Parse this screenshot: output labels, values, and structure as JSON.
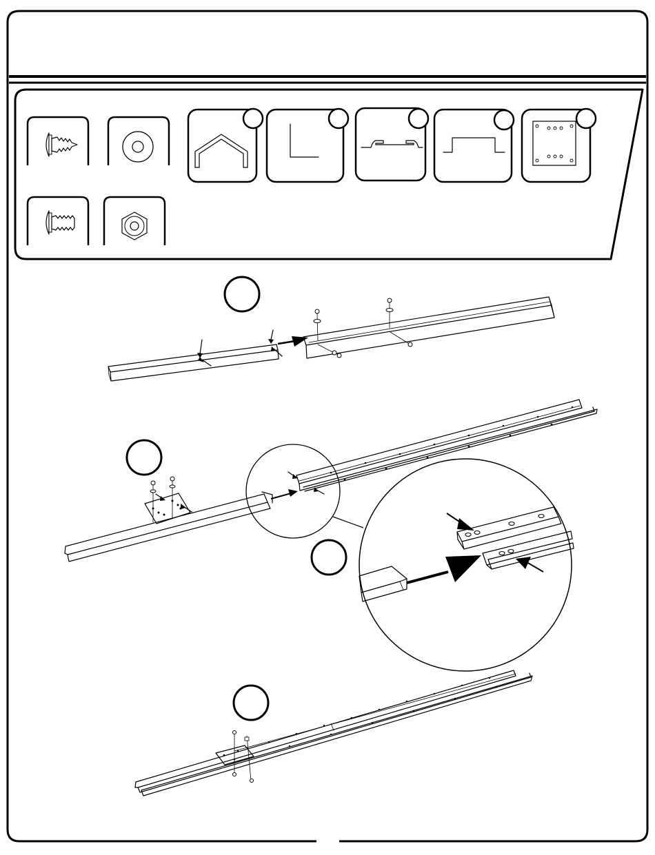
{
  "page": {
    "header_title": "",
    "page_number": ""
  },
  "parts": [
    {
      "key": "truss-head-screw",
      "icon": "screw-icon"
    },
    {
      "key": "washer",
      "icon": "washer-icon"
    },
    {
      "key": "angle-brace",
      "icon": "angle-bracket-icon"
    },
    {
      "key": "l-angle",
      "icon": "l-angle-icon"
    },
    {
      "key": "top-hat-channel",
      "icon": "hat-channel-icon"
    },
    {
      "key": "u-channel",
      "icon": "u-channel-icon"
    },
    {
      "key": "splice-plate",
      "icon": "plate-icon"
    },
    {
      "key": "machine-bolt",
      "icon": "bolt-icon"
    },
    {
      "key": "hex-nut",
      "icon": "nut-icon"
    }
  ],
  "steps": [
    {
      "key": "step-1",
      "icon": "step-number-circle"
    },
    {
      "key": "step-2",
      "icon": "step-number-circle"
    },
    {
      "key": "step-3",
      "icon": "step-number-circle"
    },
    {
      "key": "step-4",
      "icon": "step-number-circle"
    }
  ]
}
